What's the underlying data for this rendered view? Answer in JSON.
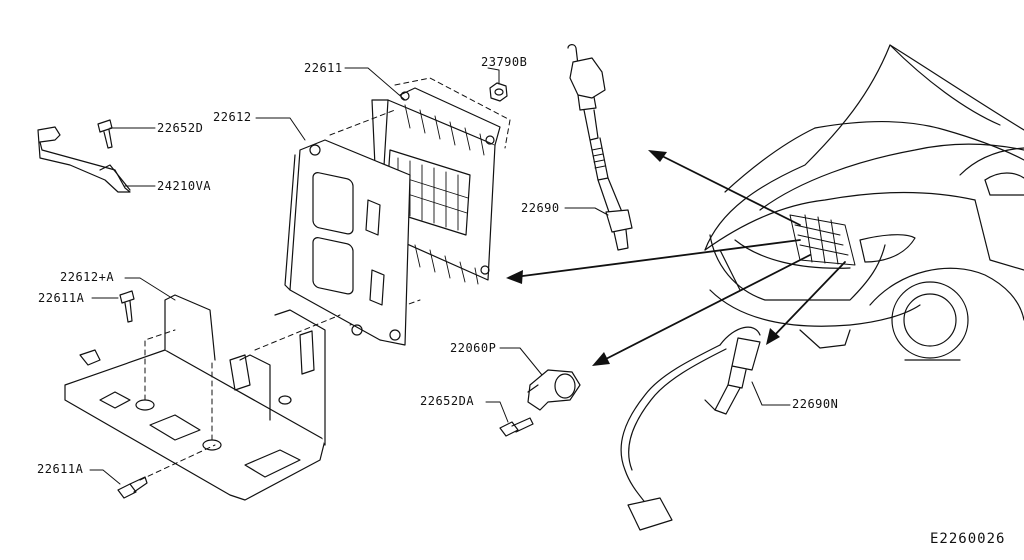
{
  "diagram_id": "E2260026",
  "colors": {
    "line": "#111111",
    "fill": "#ffffff",
    "shade": "#d9d9d9"
  },
  "callouts": {
    "p22611_top": "22611",
    "p23790b": "23790B",
    "p22612": "22612",
    "p22652d": "22652D",
    "p24210va": "24210VA",
    "p22690": "22690",
    "p22612a": "22612+A",
    "p22611a_top": "22611A",
    "p22060p": "22060P",
    "p22652da": "22652DA",
    "p22690n": "22690N",
    "p22611a_bottom": "22611A"
  }
}
